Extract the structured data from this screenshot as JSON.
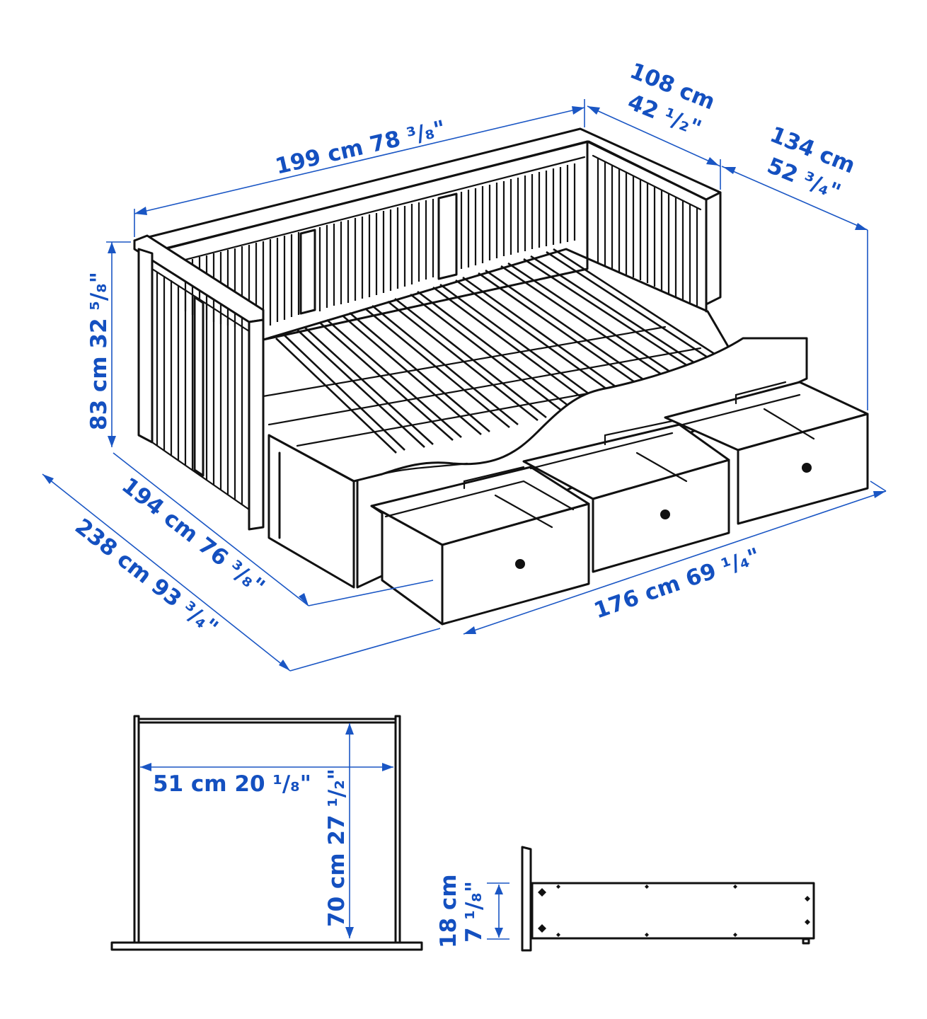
{
  "diagram": {
    "subject": "Daybed with 3 drawers — dimension drawing",
    "line_color": "#111111",
    "dimension_color": "#1450c0",
    "views": [
      {
        "id": "isometric",
        "label": "Daybed isometric view"
      },
      {
        "id": "drawer-top",
        "label": "Drawer top view"
      },
      {
        "id": "drawer-side",
        "label": "Drawer side view"
      }
    ],
    "dimensions": {
      "back_length": "199 cm 78 ³/₈\"",
      "depth_closed_cm": "108 cm",
      "depth_closed_in": "42 ¹/₂\"",
      "depth_open_cm": "134 cm",
      "depth_open_in": "52 ³/₄\"",
      "height": "83 cm 32 ⁵/₈\"",
      "bed_length_inner": "194 cm 76 ³/₈\"",
      "bed_length_extended": "238 cm 93 ³/₄\"",
      "drawers_span": "176 cm 69 ¹/₄\"",
      "drawer_width": "51 cm 20 ¹/₈\"",
      "drawer_depth": "70 cm 27 ¹/₂\"",
      "drawer_height_cm": "18 cm",
      "drawer_height_in": "7 ¹/₈\""
    }
  }
}
